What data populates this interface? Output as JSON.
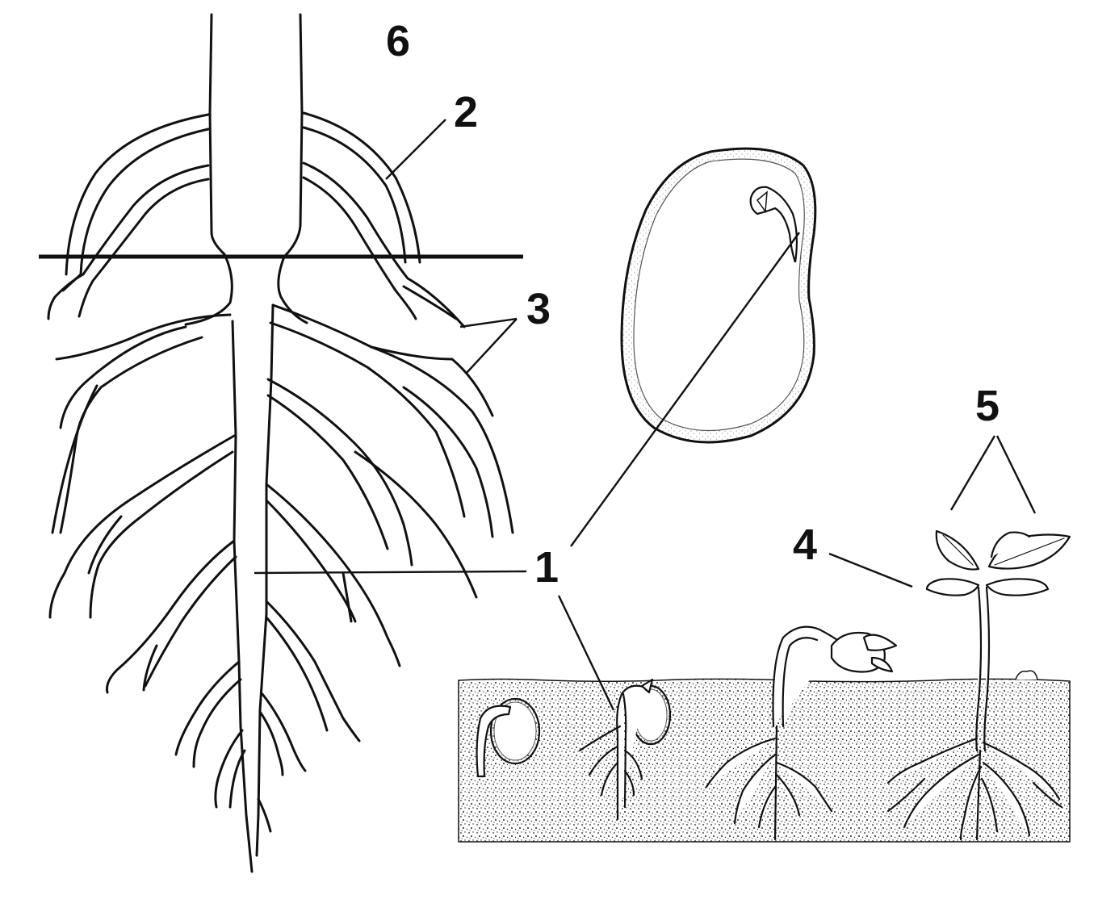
{
  "labels": {
    "l1": "1",
    "l2": "2",
    "l3": "3",
    "l4": "4",
    "l5": "5",
    "l6": "6"
  },
  "colors": {
    "ink": "#111111",
    "background": "#ffffff",
    "soil_speckle": "#222222"
  }
}
